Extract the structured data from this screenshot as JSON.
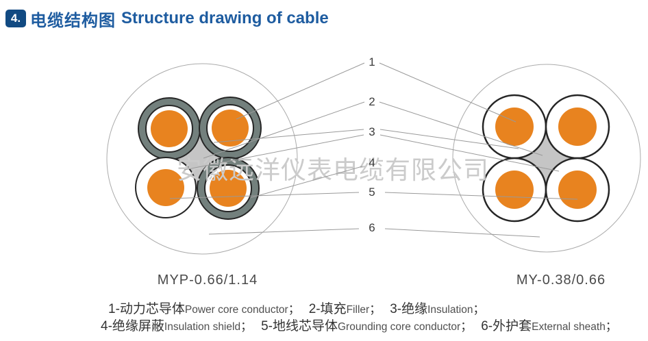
{
  "header": {
    "number": "4.",
    "title_zh": "电缆结构图",
    "title_en": "Structure drawing of cable"
  },
  "watermark": "安徽远洋仪表电缆有限公司",
  "callouts": [
    "1",
    "2",
    "3",
    "4",
    "5",
    "6"
  ],
  "diagrams": [
    {
      "caption": "MYP-0.66/1.14"
    },
    {
      "caption": "MY-0.38/0.66"
    }
  ],
  "legend": {
    "separator": "；",
    "rows": [
      [
        {
          "zh": "1-动力芯导体",
          "en": "Power core conductor"
        },
        {
          "zh": "2-填充",
          "en": "Filler"
        },
        {
          "zh": "3-绝缘",
          "en": "Insulation"
        }
      ],
      [
        {
          "zh": "4-绝缘屏蔽",
          "en": "Insulation shield"
        },
        {
          "zh": "5-地线芯导体",
          "en": "Grounding core conductor"
        },
        {
          "zh": "6-外护套",
          "en": "External sheath"
        }
      ]
    ]
  },
  "colors": {
    "title-blue": "#1e5ca0",
    "badge-blue": "#114a82",
    "core-orange": "#e8831f",
    "shield-gray": "#73807d",
    "filler-gray": "#c5c5c5",
    "outline-dark": "#262626",
    "sheath-outline": "#ababab",
    "leader-line": "#999999",
    "watermark-gray": "#cbcbcb",
    "callout-text": "#3c3c3c",
    "caption-text": "#4a4a4a",
    "legend-zh": "#333333",
    "legend-en": "#4f4f4f"
  }
}
